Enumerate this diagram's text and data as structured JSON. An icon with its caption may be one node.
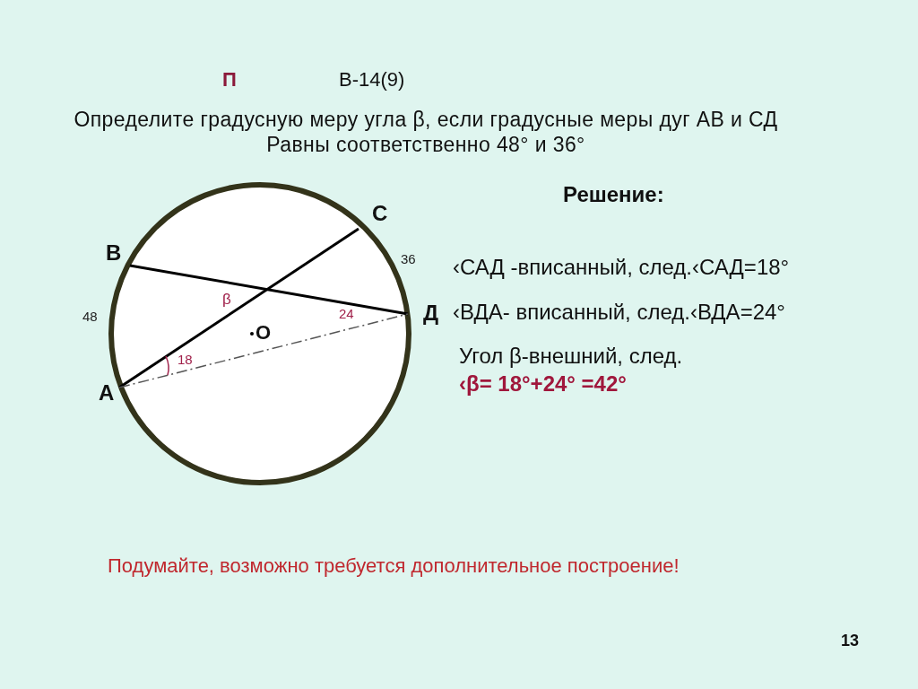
{
  "diagram": {
    "labels": [
      "П",
      "В-14(9)",
      "Определите градусную меру угла β, если градусные меры дуг АВ и СД Равны соответственно 48° и 36°",
      "Решение:",
      "С",
      "В",
      "36",
      "‹САД -вписанный, след.‹САД=18°",
      "β",
      "48",
      "24",
      "Д",
      "‹ВДА- вписанный, след.‹ВДА=24°",
      "О",
      "18",
      "Угол β-внешний, след.",
      "А",
      "‹β= 18°+24° =42°",
      "Подумайте, возможно требуется дополнительное построение!",
      "13"
    ]
  }
}
